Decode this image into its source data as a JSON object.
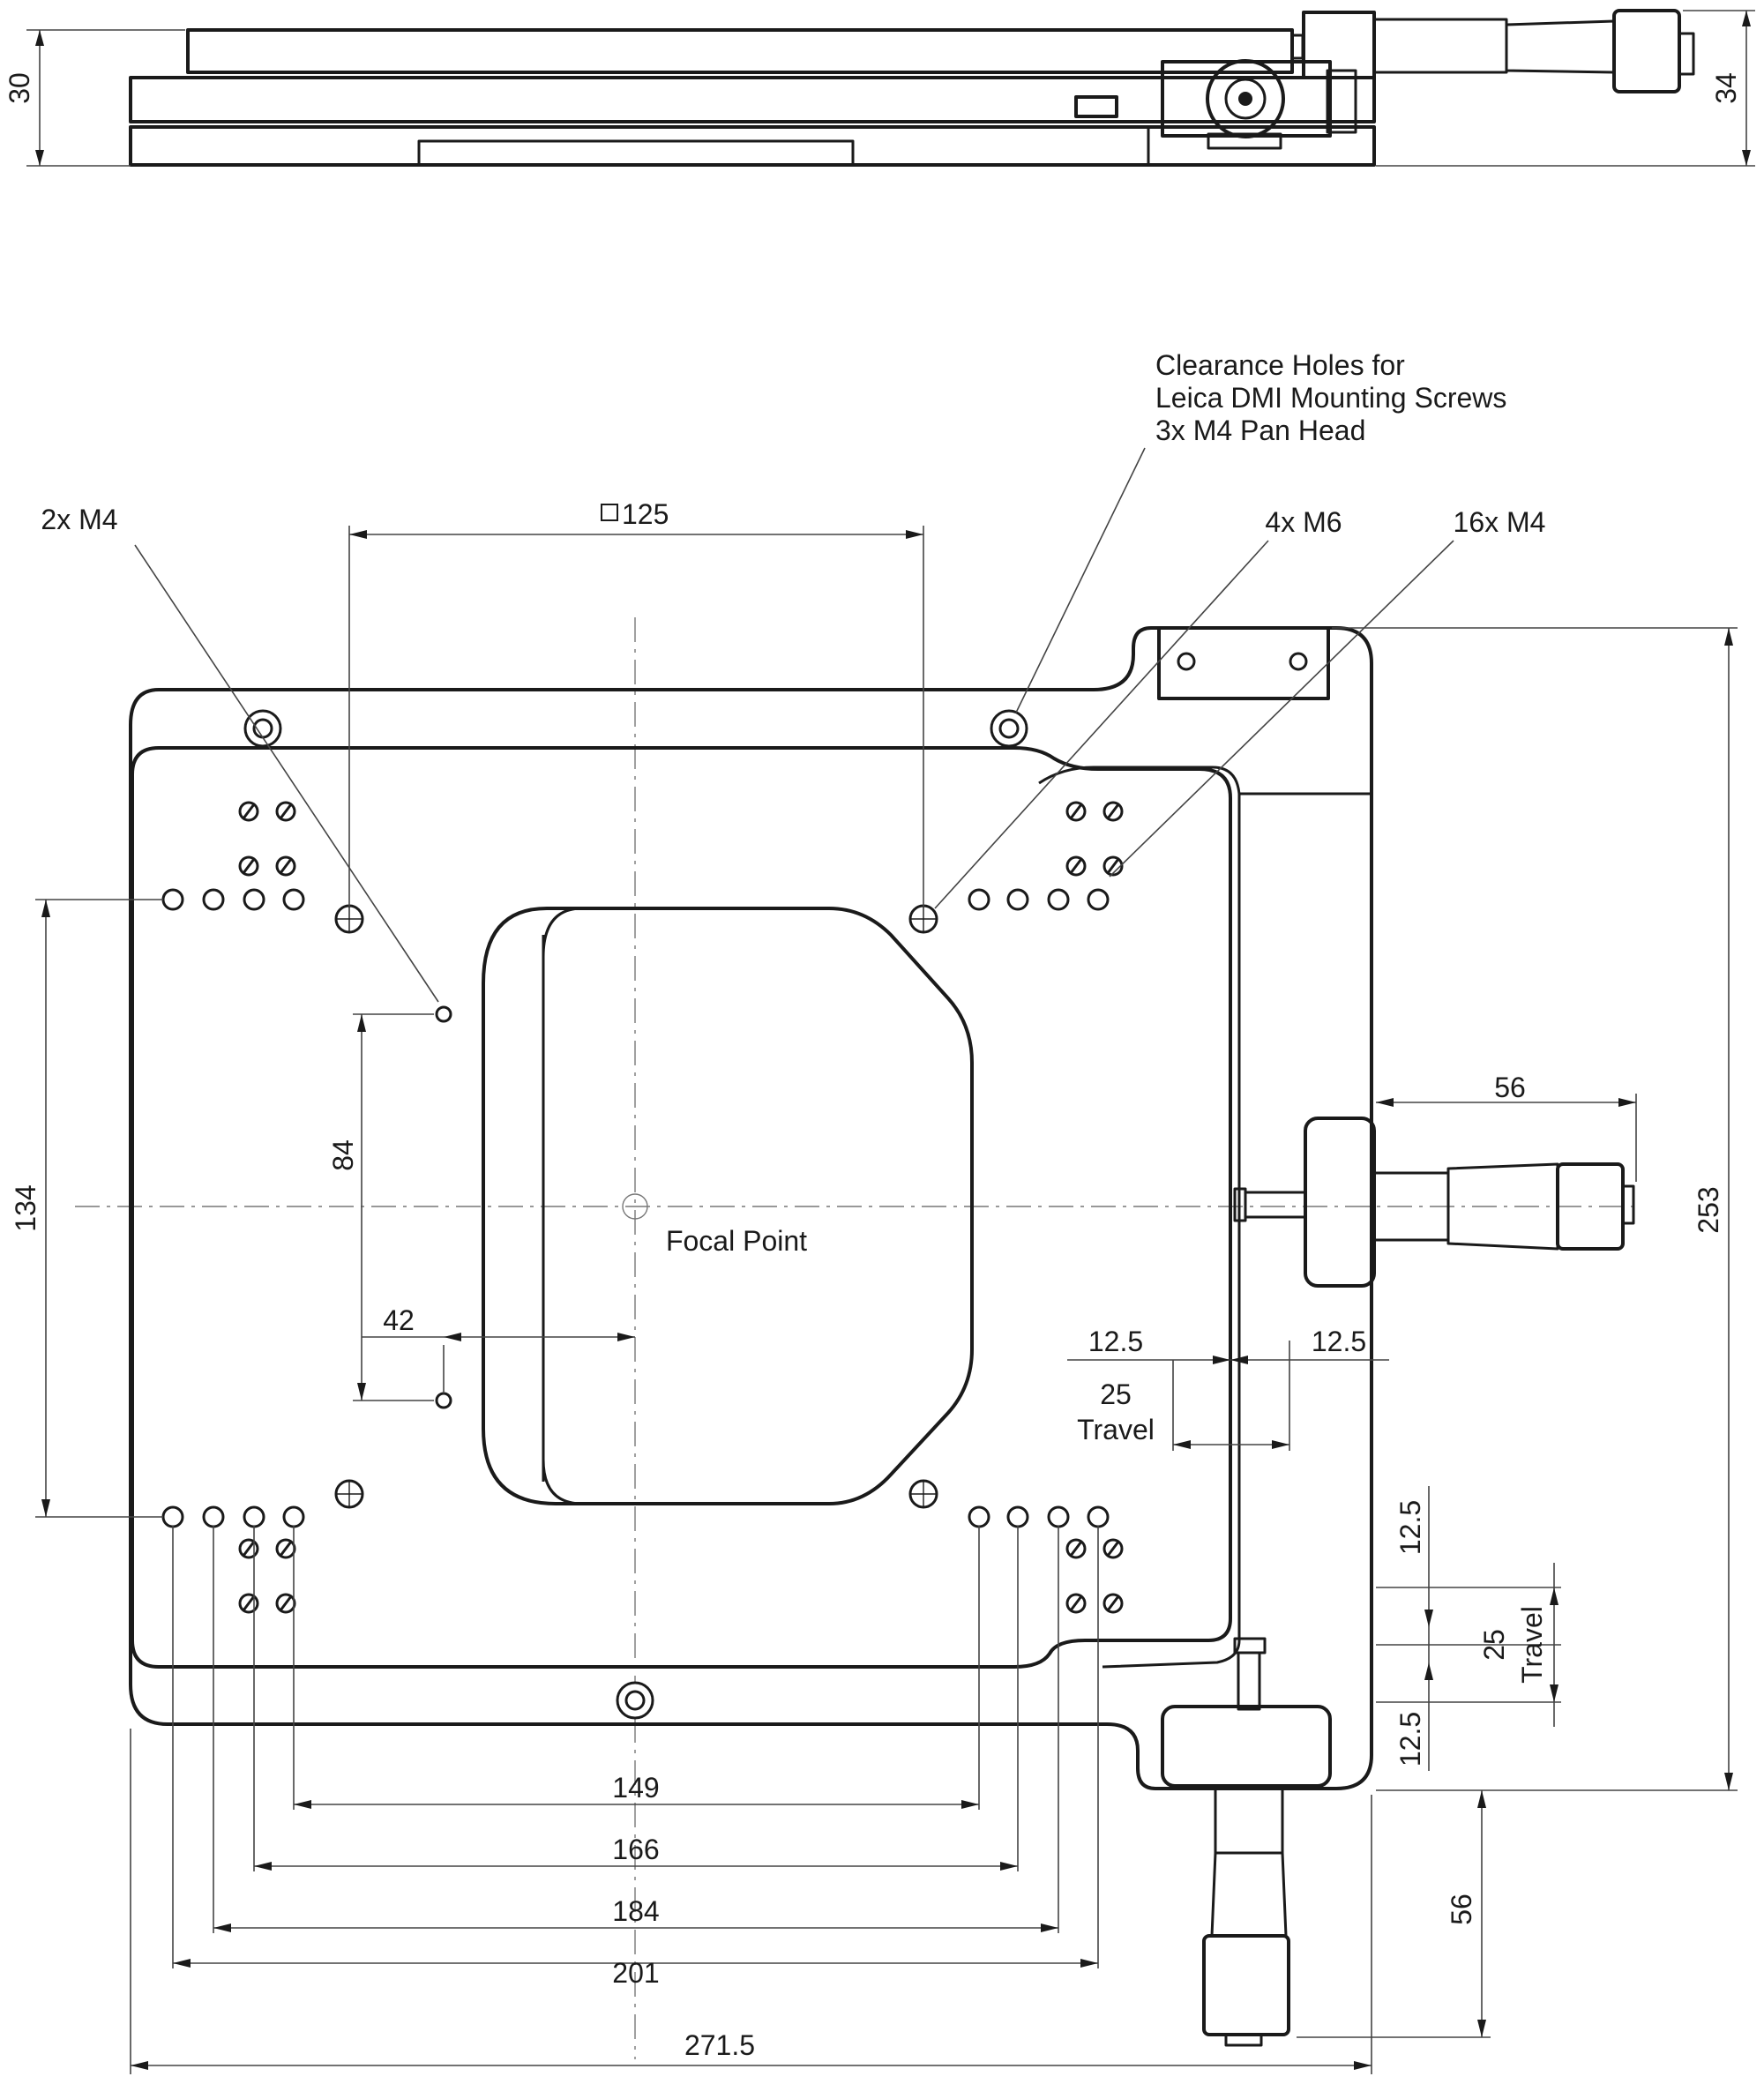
{
  "side_view": {
    "height_left": "30",
    "height_right": "34"
  },
  "callouts": {
    "clearance_line1": "Clearance Holes for",
    "clearance_line2": "Leica DMI Mounting Screws",
    "clearance_line3": "3x M4 Pan Head",
    "m4_2x": "2x M4",
    "m6_4x": "4x M6",
    "m4_16x": "16x M4",
    "square_symbol": "□",
    "square_125": "125",
    "focal_point": "Focal Point"
  },
  "dimensions": {
    "height_134": "134",
    "height_84": "84",
    "offset_42": "42",
    "micrometer_56_x": "56",
    "micrometer_56_y": "56",
    "overall_height_253": "253",
    "travel_x_left": "12.5",
    "travel_x_right": "12.5",
    "travel_x_total": "25",
    "travel_x_word": "Travel",
    "travel_y_top": "12.5",
    "travel_y_total": "25",
    "travel_y_word": "Travel",
    "travel_y_bottom": "12.5",
    "span_149": "149",
    "span_166": "166",
    "span_184": "184",
    "span_201": "201",
    "overall_width_271_5": "271.5"
  },
  "colors": {
    "line": "#1a1a1a",
    "dimension_line": "#444444",
    "centerline": "#777777",
    "background": "#ffffff"
  }
}
